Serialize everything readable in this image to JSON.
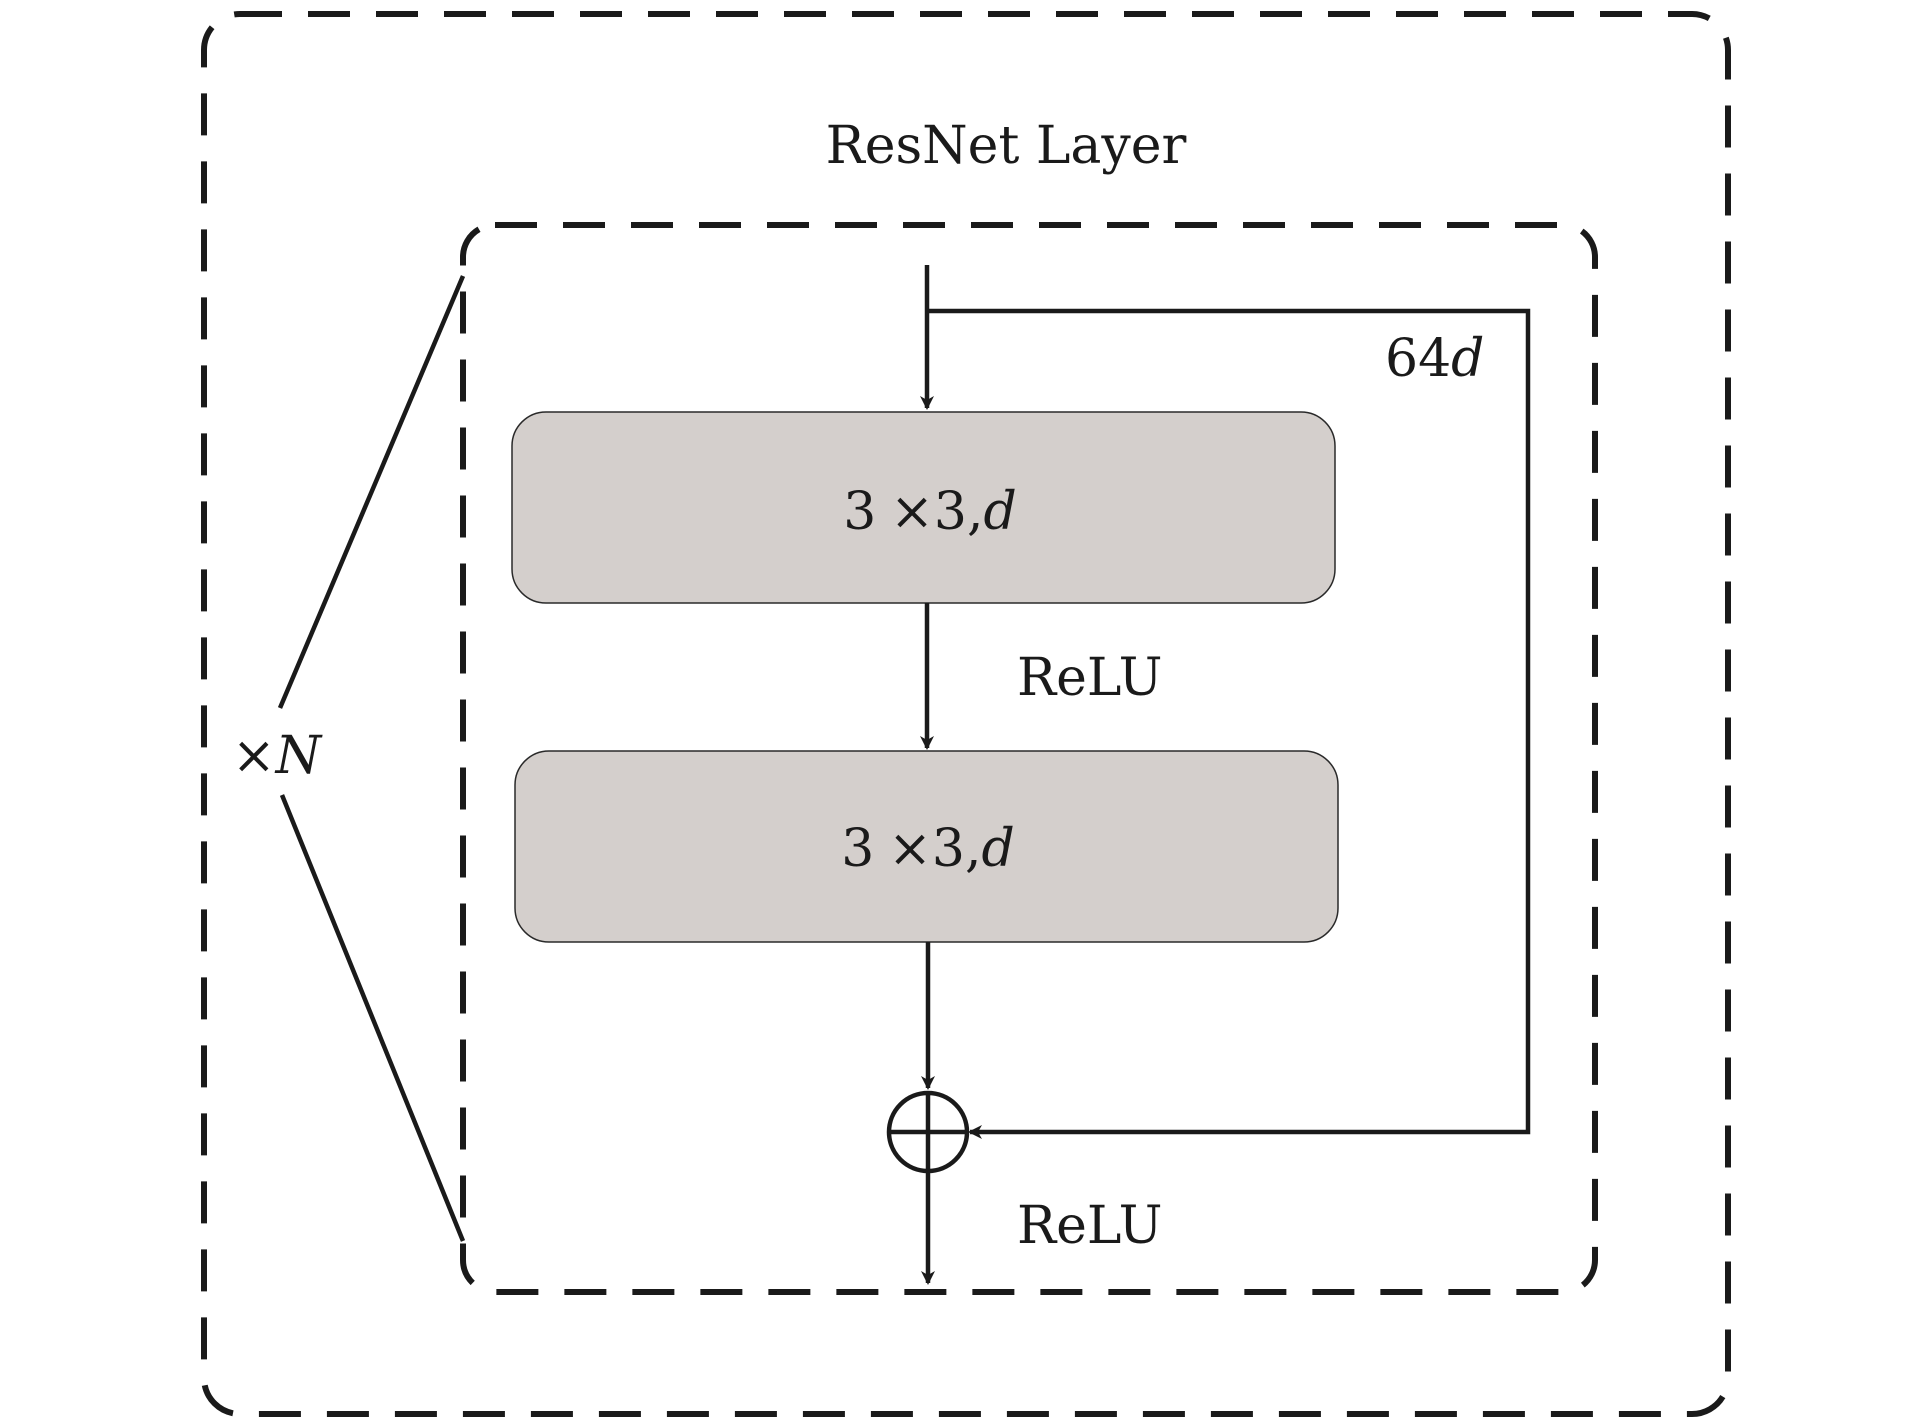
{
  "title": "ResNet Layer",
  "repeat_label": {
    "prefix": "×",
    "var": "N"
  },
  "blocks": [
    {
      "num1": "3",
      "times": "×",
      "num2": "3,",
      "var": "d"
    },
    {
      "num1": "3",
      "times": "×",
      "num2": "3,",
      "var": "d"
    }
  ],
  "activations": [
    "ReLU",
    "ReLU"
  ],
  "skip_label": {
    "num": "64",
    "var": "d"
  },
  "colors": {
    "block_fill": "#d4cfcc",
    "stroke": "#1a1a1a"
  }
}
